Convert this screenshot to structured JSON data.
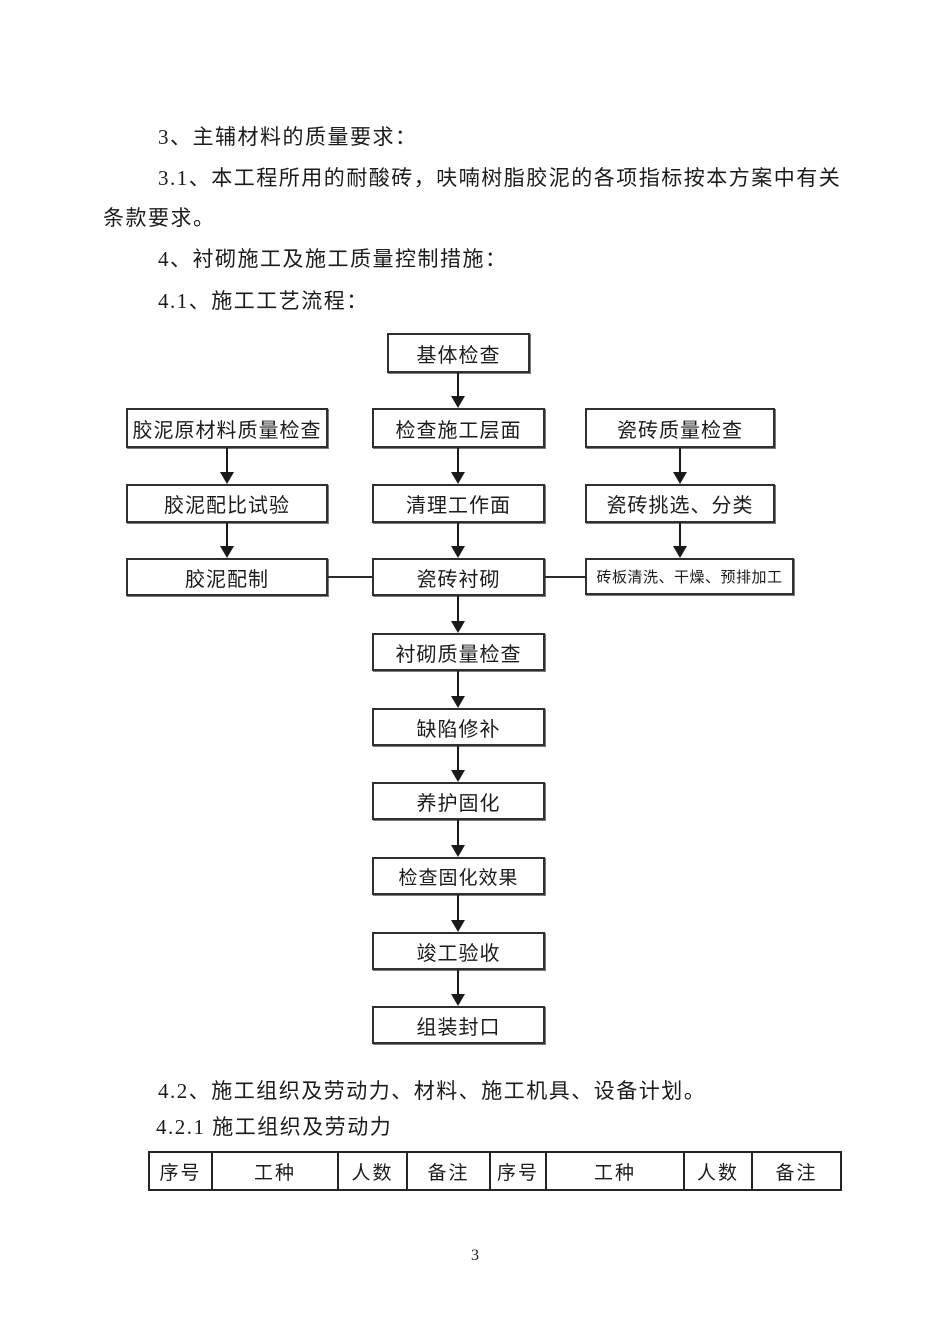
{
  "document": {
    "paragraphs": [
      "3、主辅材料的质量要求：",
      "3.1、本工程所用的耐酸砖，呋喃树脂胶泥的各项指标按本方案中有关",
      "条款要求。",
      "4、衬砌施工及施工质量控制措施：",
      "4.1、施工工艺流程："
    ],
    "section_4_2": "4.2、施工组织及劳动力、材料、施工机具、设备计划。",
    "section_4_2_1": "4.2.1 施工组织及劳动力",
    "page_number": "3"
  },
  "flowchart": {
    "boxes": {
      "substrate_inspection": "基体检查",
      "cement_raw_material_quality_inspection": "胶泥原材料质量检查",
      "construction_surface_inspection": "检查施工层面",
      "tile_quality_inspection": "瓷砖质量检查",
      "cement_mix_ratio_test": "胶泥配比试验",
      "clean_work_surface": "清理工作面",
      "tile_selection_sorting": "瓷砖挑选、分类",
      "cement_preparation": "胶泥配制",
      "tile_lining": "瓷砖衬砌",
      "brick_clean_dry_prearrange": "砖板清洗、干燥、预排加工",
      "lining_quality_inspection": "衬砌质量检查",
      "defect_repair": "缺陷修补",
      "curing": "养护固化",
      "curing_effect_inspection": "检查固化效果",
      "completion_acceptance": "竣工验收",
      "assembly_sealing": "组装封口"
    }
  },
  "table": {
    "headers": [
      "序号",
      "工种",
      "人数",
      "备注",
      "序号",
      "工种",
      "人数",
      "备注"
    ]
  },
  "colors": {
    "text": "#1c1c1c",
    "border": "#303030",
    "background": "#ffffff"
  }
}
